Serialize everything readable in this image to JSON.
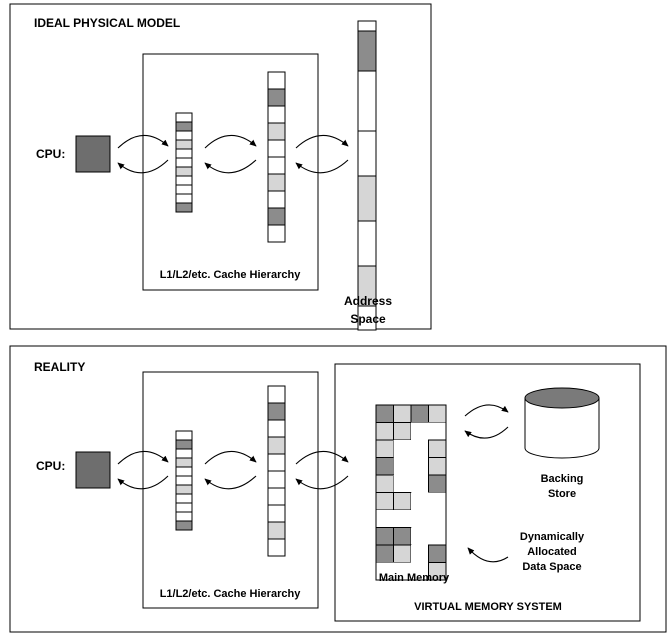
{
  "top_panel": {
    "title": "IDEAL PHYSICAL MODEL",
    "cpu_label": "CPU:",
    "cache_label": "L1/L2/etc. Cache Hierarchy",
    "address_space_label": [
      "Address",
      "Space"
    ]
  },
  "bottom_panel": {
    "title": "REALITY",
    "cpu_label": "CPU:",
    "cache_label": "L1/L2/etc. Cache Hierarchy",
    "vm_label": "VIRTUAL MEMORY SYSTEM",
    "main_memory_label": "Main Memory",
    "backing_store_label": [
      "Backing",
      "Store"
    ],
    "dynamic_label": [
      "Dynamically",
      "Allocated",
      "Data Space"
    ]
  },
  "colors": {
    "cpu_fill": "#6e6e6e",
    "dark_cell": "#8c8c8c",
    "light_cell": "#d6d6d6",
    "empty_cell": "#ffffff",
    "backing_store_top": "#7a7a7a"
  }
}
